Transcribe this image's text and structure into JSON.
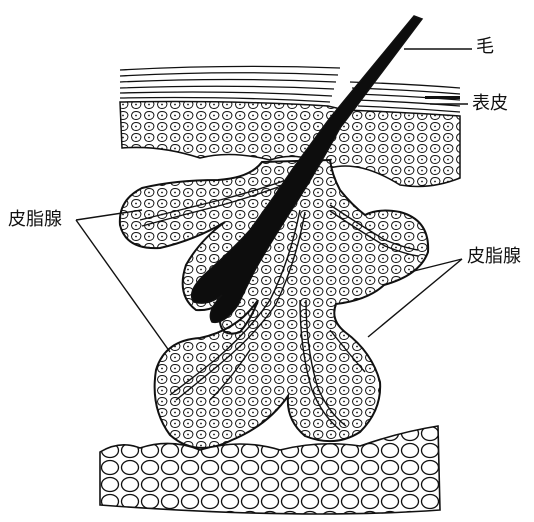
{
  "labels": {
    "hair": "毛",
    "epidermis": "表皮",
    "sebaceous_gland_left": "皮脂腺",
    "sebaceous_gland_right": "皮脂腺"
  },
  "colors": {
    "ink": "#111111",
    "paper": "#ffffff",
    "hair_shaft": "#0d0d0d"
  }
}
